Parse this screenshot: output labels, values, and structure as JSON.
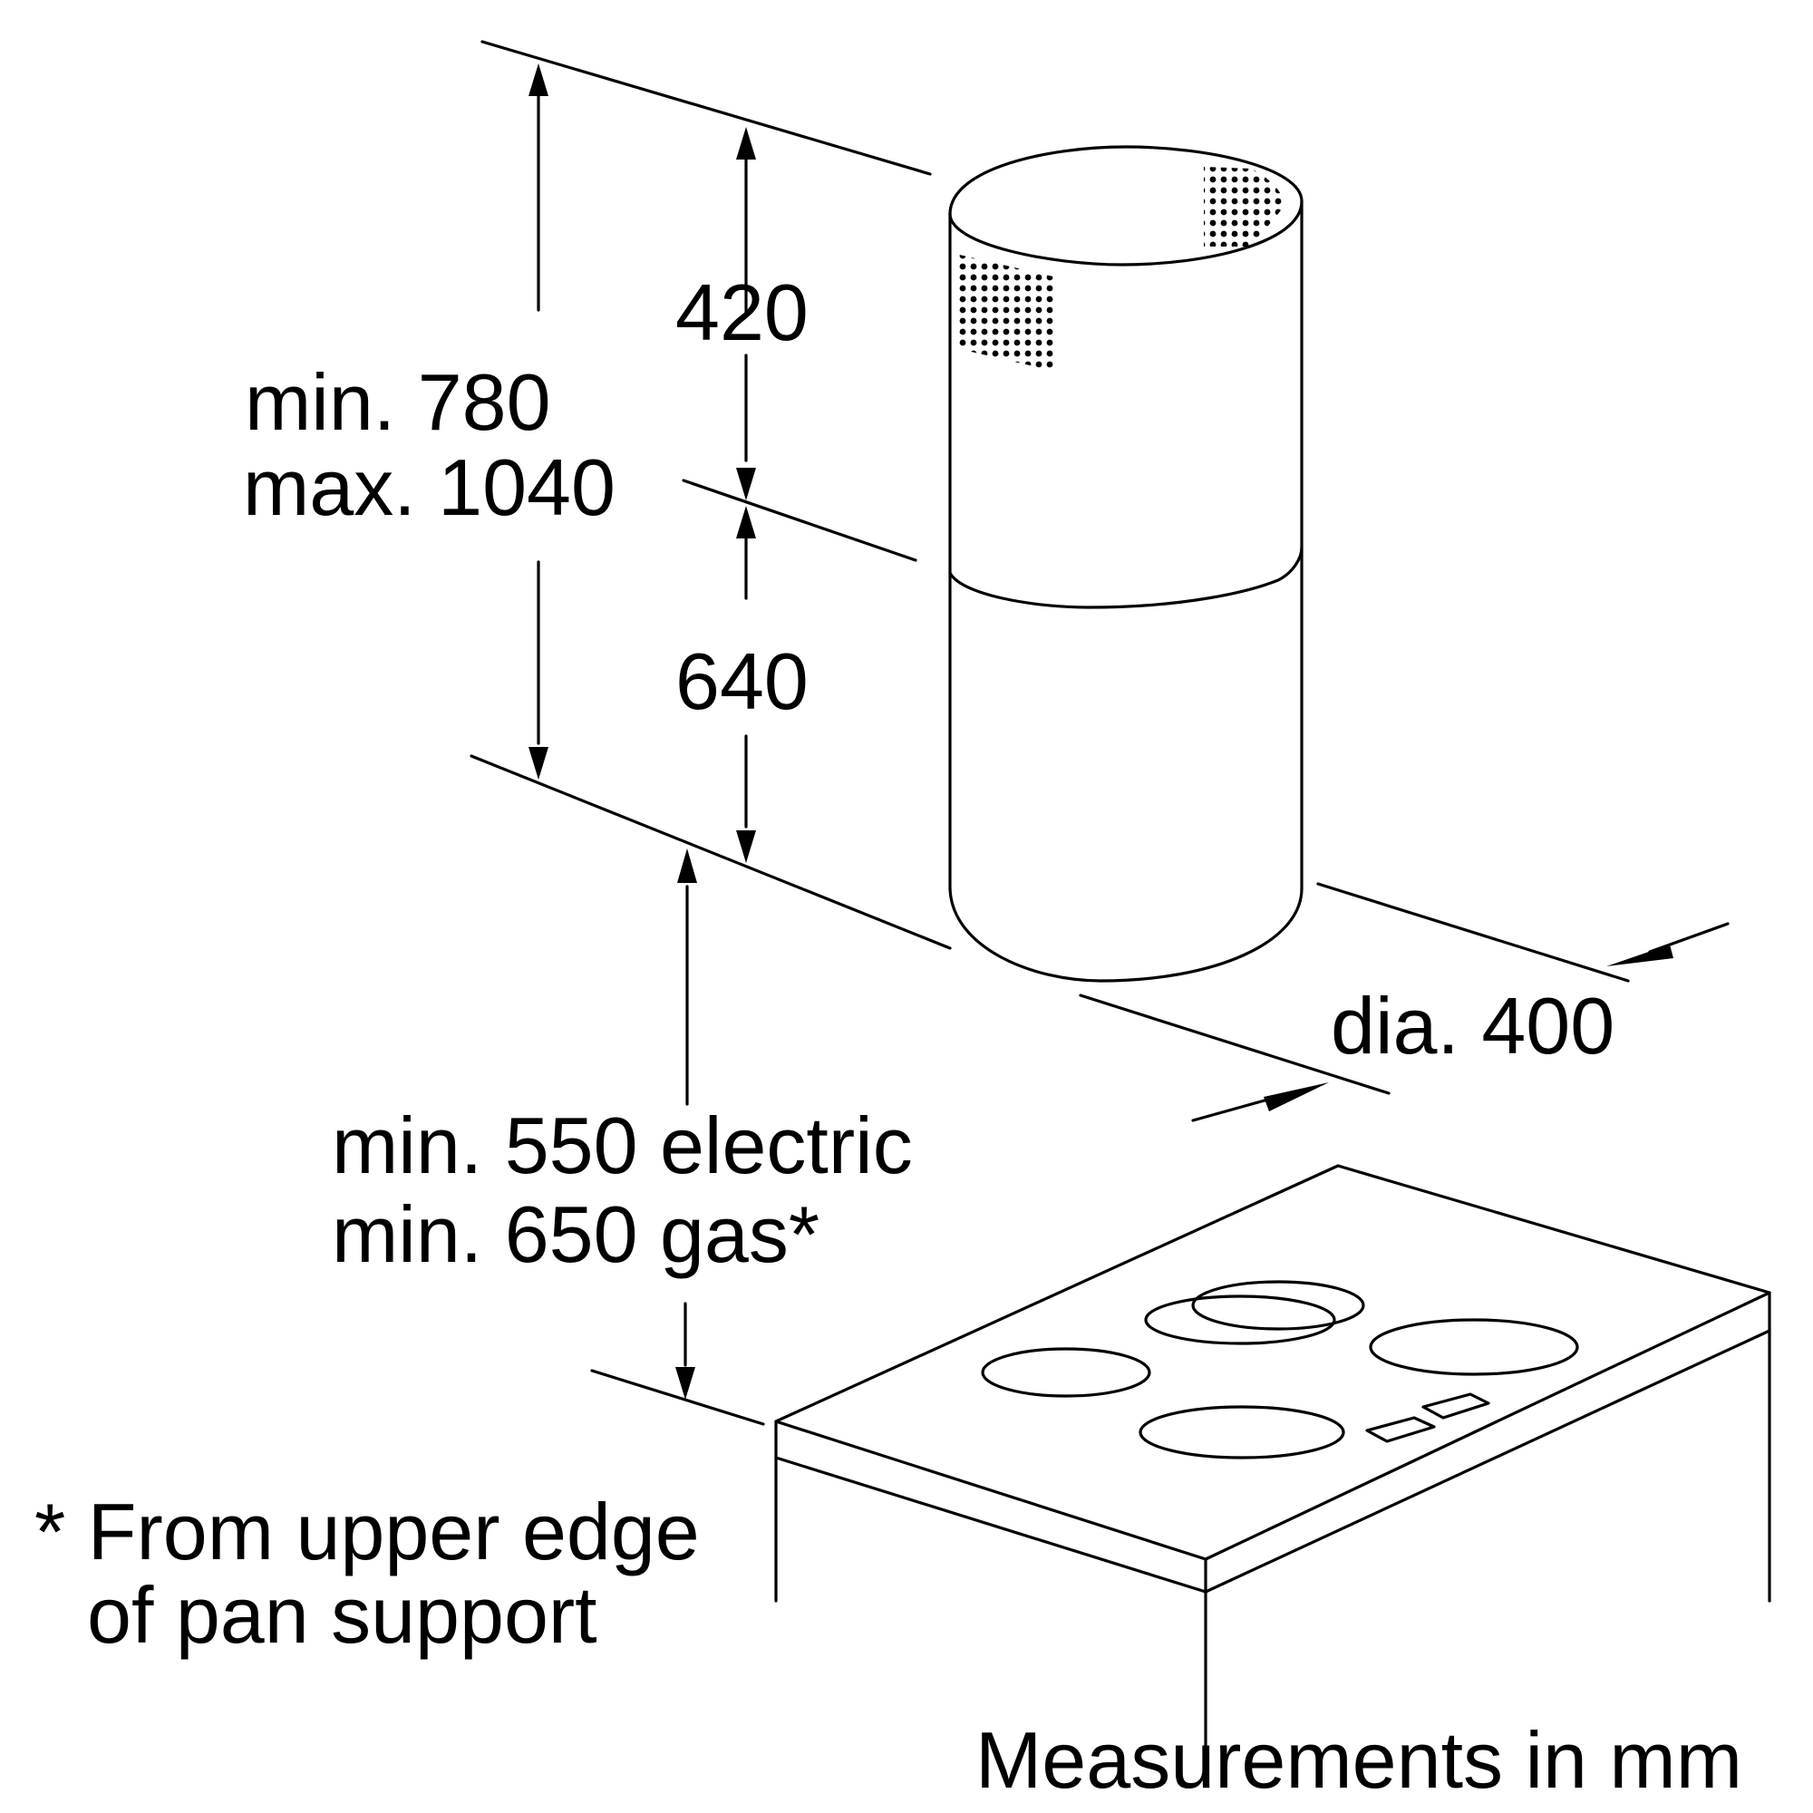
{
  "diagram": {
    "dimensions": {
      "upper_chimney": "420",
      "lower_chimney": "640",
      "total_min": "min. 780",
      "total_max": "max. 1040",
      "clearance_electric": "min. 550 electric",
      "clearance_gas": "min. 650 gas*",
      "diameter": "dia. 400"
    },
    "footnote": {
      "line1": "* From upper edge",
      "line2": "of pan support"
    },
    "units_note": "Measurements in mm",
    "colors": {
      "stroke": "#000000",
      "background": "#ffffff"
    }
  }
}
